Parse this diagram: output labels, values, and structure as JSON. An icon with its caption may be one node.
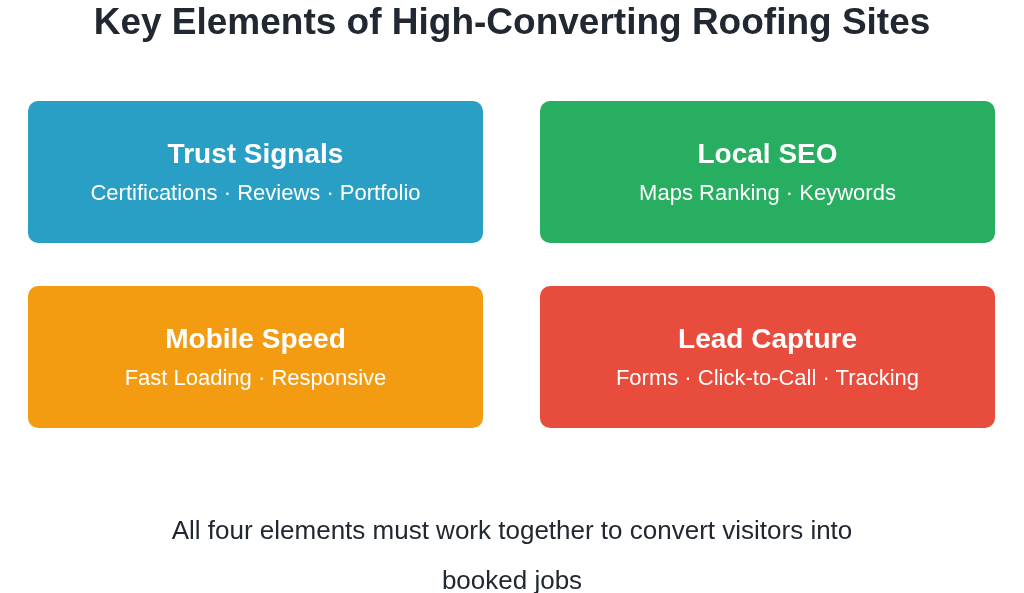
{
  "diagram": {
    "title": "Key Elements of High-Converting Roofing Sites",
    "nodes": [
      {
        "text": [
          "Trust Signals",
          "Certifications · Reviews · Portfolio"
        ]
      },
      {
        "text": [
          "Local SEO",
          "Maps Ranking · Keywords"
        ]
      },
      {
        "text": [
          "Mobile Speed",
          "Fast Loading · Responsive"
        ]
      },
      {
        "text": [
          "Lead Capture",
          "Forms · Click-to-Call · Tracking"
        ]
      }
    ],
    "edges": [],
    "caption": "All four elements must work together to convert visitors into booked jobs"
  }
}
